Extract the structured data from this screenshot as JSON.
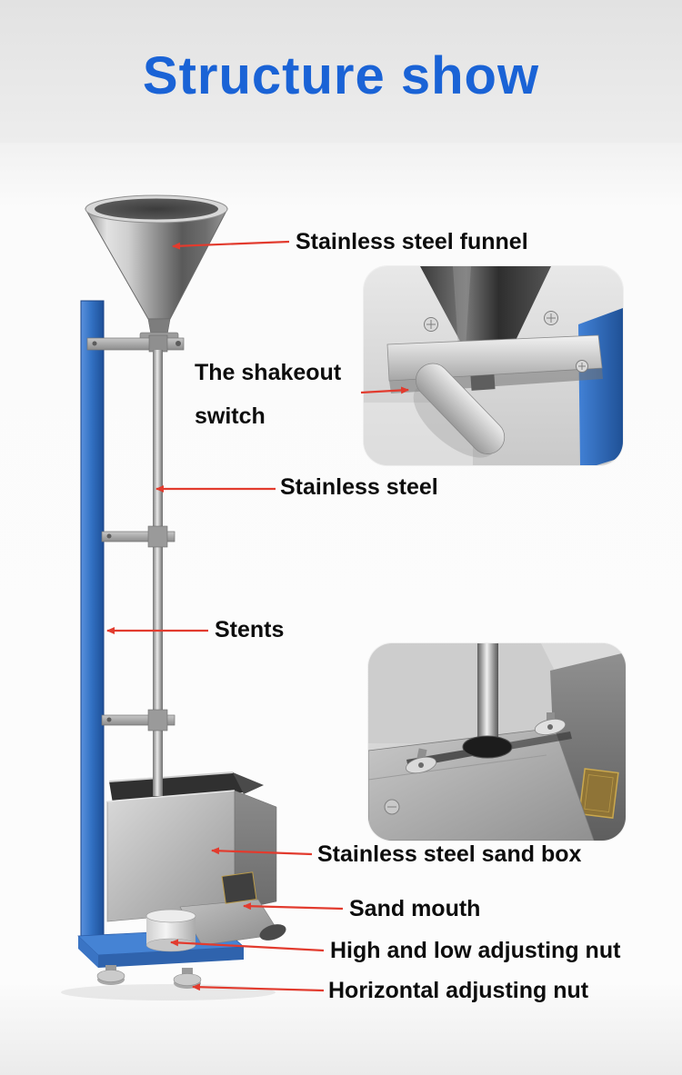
{
  "title": "Structure show",
  "annotations": [
    {
      "id": "funnel",
      "text": "Stainless steel funnel"
    },
    {
      "id": "shakeout-switch",
      "text": "The shakeout switch"
    },
    {
      "id": "stainless-steel-rod",
      "text": "Stainless steel"
    },
    {
      "id": "stents",
      "text": "Stents"
    },
    {
      "id": "sand-box",
      "text": "Stainless steel sand box"
    },
    {
      "id": "sand-mouth",
      "text": "Sand mouth"
    },
    {
      "id": "high-low-nut",
      "text": "High and low adjusting nut"
    },
    {
      "id": "horizontal-nut",
      "text": "Horizontal adjusting nut"
    }
  ],
  "colors": {
    "title_blue": "#1a63d6",
    "arrow_red": "#e23b2e",
    "machine_frame_blue": "#3372c4",
    "header_background": "#e8e8e8"
  },
  "images": {
    "machine_illustration": "sand-tester-machine-photo",
    "inset_top": "shakeout-switch-closeup-photo",
    "inset_bottom": "sand-box-top-closeup-photo"
  }
}
